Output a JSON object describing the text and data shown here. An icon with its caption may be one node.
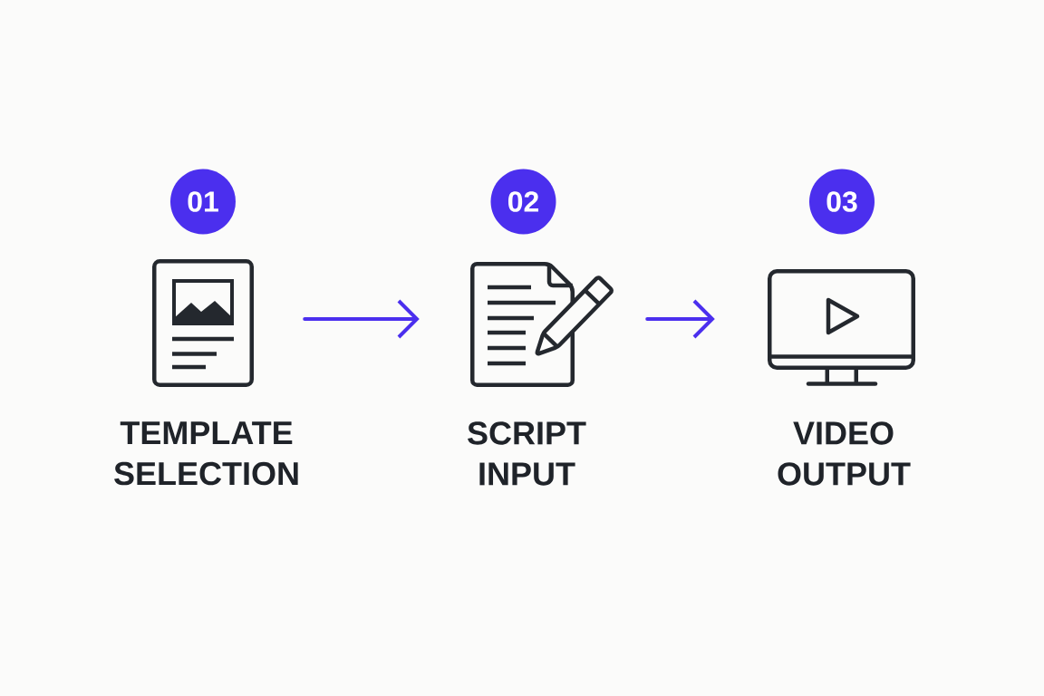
{
  "diagram": {
    "nodes": [
      {
        "text": [
          "01"
        ]
      },
      {
        "text": [],
        "shape": "picture",
        "beside": [
          "TEMPLATE SELECTION"
        ]
      },
      {
        "text": [
          "02"
        ]
      },
      {
        "text": [],
        "shape": "picture",
        "beside": [
          "SCRIPT INPUT"
        ]
      },
      {
        "text": [
          "03"
        ]
      },
      {
        "text": [],
        "shape": "picture",
        "beside": [
          "VIDEO OUTPUT"
        ]
      }
    ],
    "edges": [
      {
        "from": 1,
        "to": 3,
        "arrow": "to"
      },
      {
        "from": 3,
        "to": 5,
        "arrow": "to"
      }
    ]
  }
}
